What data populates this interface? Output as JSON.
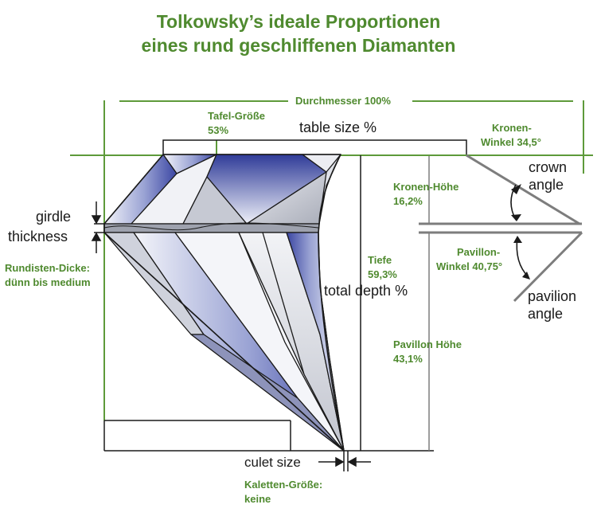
{
  "title": {
    "line1": "Tolkowsky’s ideale Proportionen",
    "line2": "eines rund geschliffenen Diamanten"
  },
  "labels": {
    "durchmesser": "Durchmesser 100%",
    "tafel_line1": "Tafel-Größe",
    "tafel_line2": "53%",
    "table_size": "table size %",
    "kronen_winkel_line1": "Kronen-",
    "kronen_winkel_line2": "Winkel 34,5°",
    "crown_angle_line1": "crown",
    "crown_angle_line2": "angle",
    "kronen_hoehe_line1": "Kronen-Höhe",
    "kronen_hoehe_line2": "16,2%",
    "girdle_line1": "girdle",
    "girdle_line2": "thickness",
    "rundisten_line1": "Rundisten-Dicke:",
    "rundisten_line2": "dünn bis medium",
    "tiefe_line1": "Tiefe",
    "tiefe_line2": "59,3%",
    "total_depth": "total depth %",
    "pavillon_winkel_line1": "Pavillon-",
    "pavillon_winkel_line2": "Winkel 40,75°",
    "pavilion_angle_line1": "pavilion",
    "pavilion_angle_line2": "angle",
    "pavillon_hoehe_line1": "Pavillon Höhe",
    "pavillon_hoehe_line2": "43,1%",
    "culet_size": "culet size",
    "kaletten_line1": "Kaletten-Größe:",
    "kaletten_line2": "keine"
  },
  "colors": {
    "green_text": "#4f8a2f",
    "green_line": "#5e9a3a",
    "gem_blue": "#3c4aa6",
    "gem_gray": "#b9bcc6"
  }
}
